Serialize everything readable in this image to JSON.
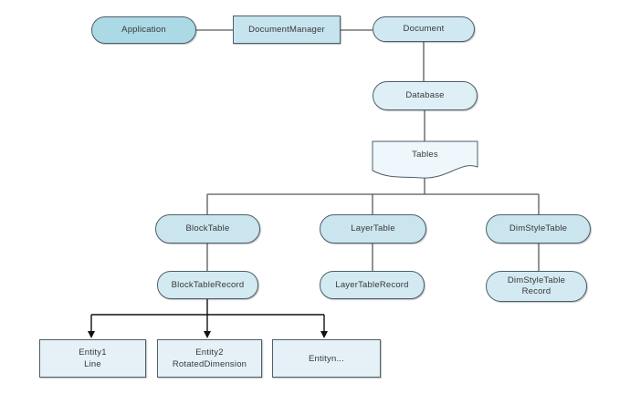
{
  "diagram": {
    "colors": {
      "background": "#ffffff",
      "connector": "#595959",
      "arrow": "#111111",
      "node_border": "#4f5f68",
      "text": "#383838"
    },
    "nodes": {
      "application": {
        "label": "Application",
        "shape": "stadium",
        "fill": "#abd9e6"
      },
      "document_manager": {
        "label": "DocumentManager",
        "shape": "rectangle",
        "fill": "#c6e4ee"
      },
      "document": {
        "label": "Document",
        "shape": "stadium",
        "fill": "#cfe8f1"
      },
      "database": {
        "label": "Database",
        "shape": "stadium",
        "fill": "#dfeff6"
      },
      "tables": {
        "label": "Tables",
        "shape": "document",
        "fill": "#eef7fb"
      },
      "block_table": {
        "label": "BlockTable",
        "shape": "stadium",
        "fill": "#cbe5ef"
      },
      "layer_table": {
        "label": "LayerTable",
        "shape": "stadium",
        "fill": "#cbe5ef"
      },
      "dim_style_table": {
        "label": "DimStyleTable",
        "shape": "stadium",
        "fill": "#cbe5ef"
      },
      "block_table_record": {
        "label": "BlockTableRecord",
        "shape": "stadium",
        "fill": "#d3eaf2"
      },
      "layer_table_record": {
        "label": "LayerTableRecord",
        "shape": "stadium",
        "fill": "#d3eaf2"
      },
      "dim_style_table_record": {
        "line1": "DimStyleTable",
        "line2": "Record",
        "shape": "stadium",
        "fill": "#d3eaf2"
      },
      "entity1": {
        "line1": "Entity1",
        "line2": "Line",
        "shape": "rectangle",
        "fill": "#e5f1f7"
      },
      "entity2": {
        "line1": "Entity2",
        "line2": "RotatedDimension",
        "shape": "rectangle",
        "fill": "#e5f1f7"
      },
      "entityn": {
        "line1": "Entityn...",
        "shape": "rectangle",
        "fill": "#e5f1f7"
      }
    },
    "edges": [
      {
        "from": "Application",
        "to": "DocumentManager",
        "arrow": false
      },
      {
        "from": "DocumentManager",
        "to": "Document",
        "arrow": false
      },
      {
        "from": "Document",
        "to": "Database",
        "arrow": false
      },
      {
        "from": "Database",
        "to": "Tables",
        "arrow": false
      },
      {
        "from": "Tables",
        "to": "BlockTable",
        "arrow": false
      },
      {
        "from": "Tables",
        "to": "LayerTable",
        "arrow": false
      },
      {
        "from": "Tables",
        "to": "DimStyleTable",
        "arrow": false
      },
      {
        "from": "BlockTable",
        "to": "BlockTableRecord",
        "arrow": false
      },
      {
        "from": "LayerTable",
        "to": "LayerTableRecord",
        "arrow": false
      },
      {
        "from": "DimStyleTable",
        "to": "DimStyleTable Record",
        "arrow": false
      },
      {
        "from": "BlockTableRecord",
        "to": "Entity1 Line",
        "arrow": true
      },
      {
        "from": "BlockTableRecord",
        "to": "Entity2 RotatedDimension",
        "arrow": true
      },
      {
        "from": "BlockTableRecord",
        "to": "Entityn...",
        "arrow": true
      }
    ]
  }
}
